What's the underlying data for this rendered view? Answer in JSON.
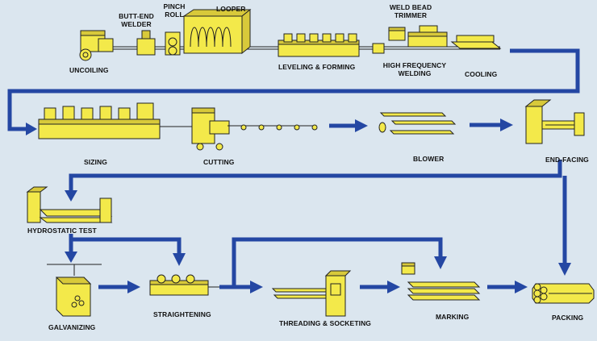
{
  "labels": {
    "uncoiling": "UNCOILING",
    "butt_end_welder_1": "BUTT-END",
    "butt_end_welder_2": "WELDER",
    "pinch_roll_1": "PINCH",
    "pinch_roll_2": "ROLL",
    "looper": "LOOPER",
    "leveling_forming": "LEVELING & FORMING",
    "weld_bead_trimmer_1": "WELD BEAD",
    "weld_bead_trimmer_2": "TRIMMER",
    "high_frequency_welding_1": "HIGH FREQUENCY",
    "high_frequency_welding_2": "WELDING",
    "cooling": "COOLING",
    "sizing": "SIZING",
    "cutting": "CUTTING",
    "blower": "BLOWER",
    "end_facing": "END-FACING",
    "hydrostatic_test": "HYDROSTATIC TEST",
    "galvanizing": "GALVANIZING",
    "straightening": "STRAIGHTENING",
    "threading_socketing": "THREADING & SOCKETING",
    "marking": "MARKING",
    "packing": "PACKING"
  },
  "colors": {
    "background": "#dbe6ef",
    "machine": "#f3e94a",
    "machine_shade": "#d8c93a",
    "flow_arrow": "#2447a3",
    "outline": "#222222"
  }
}
